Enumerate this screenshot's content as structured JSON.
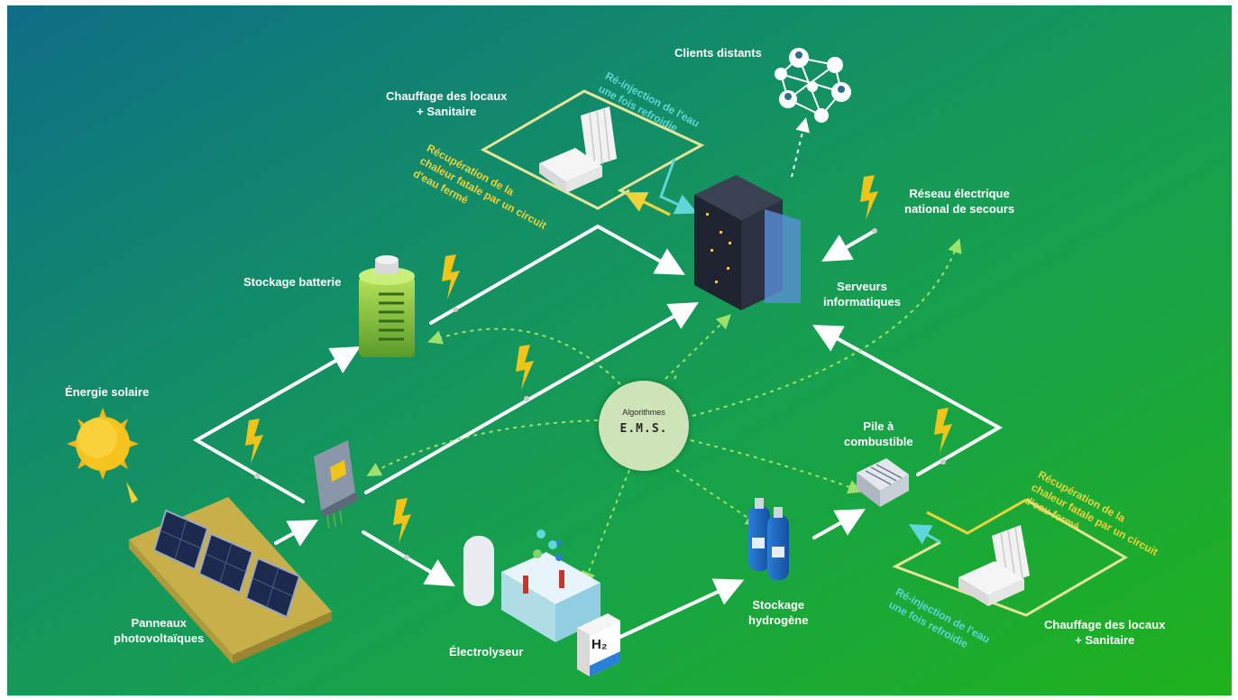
{
  "labels": {
    "clients_distants": "Clients distants",
    "chauffage_top": "Chauffage des locaux\n+ Sanitaire",
    "reinjection_top": "Ré-injection de l'eau\nune fois refroidie",
    "recuperation_top": "Récupération de la\nchaleur fatale par un circuit\nd'eau fermé",
    "reseau": "Réseau électrique\nnational de secours",
    "stockage_batterie": "Stockage batterie",
    "serveurs": "Serveurs\ninformatiques",
    "energie_solaire": "Énergie solaire",
    "ems_sub": "Algorithmes",
    "ems_title": "E.M.S.",
    "pile": "Pile à\ncombustible",
    "recuperation_bottom": "Récupération de la\nchaleur fatale par un circuit\nd'eau fermé",
    "panneaux": "Panneaux\nphotovoltaïques",
    "stockage_hydrogene": "Stockage\nhydrogène",
    "electrolyseur": "Électrolyseur",
    "reinjection_bottom": "Ré-injection de l'eau\nune fois refroidie",
    "chauffage_bottom": "Chauffage des locaux\n+ Sanitaire",
    "h2": "H₂"
  },
  "colors": {
    "flow_white": "#ffffff",
    "ems_dotted": "#9fe06a",
    "hot_circuit": "#f0d23a",
    "cold_circuit": "#5fd6d8",
    "ems_node": "#cfe3b8"
  },
  "icons": [
    "sun-icon",
    "solar-panels-icon",
    "battery-icon",
    "electrical-box-icon",
    "server-rack-icon",
    "network-icon",
    "fuel-cell-icon",
    "hydrogen-tanks-icon",
    "electrolyser-icon",
    "radiator-icon",
    "sink-icon",
    "lightning-icon"
  ]
}
